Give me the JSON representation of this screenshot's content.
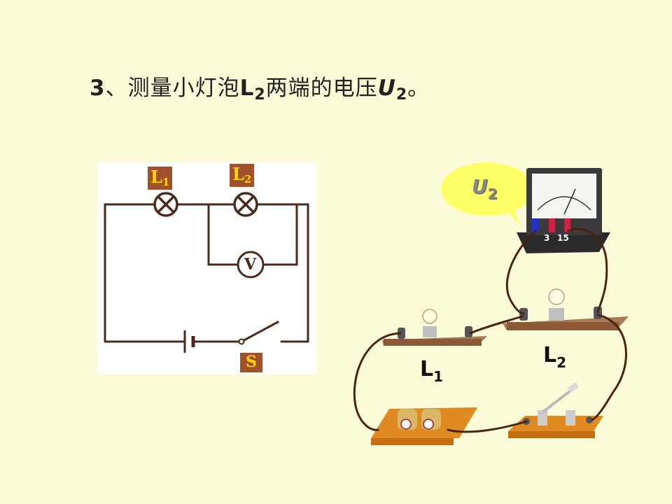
{
  "title": {
    "number": "3",
    "text": "、测量小灯泡",
    "lamp": "L",
    "lamp_sub": "2",
    "text2": "两端的电压",
    "voltage": "U",
    "voltage_sub": "2",
    "end": "。"
  },
  "schematic": {
    "lamp1": {
      "letter": "L",
      "sub": "1"
    },
    "lamp2": {
      "letter": "L",
      "sub": "2"
    },
    "voltmeter": "V",
    "switch": "S"
  },
  "photo": {
    "bubble": {
      "letter": "U",
      "sub": "2"
    },
    "lamp1": {
      "letter": "L",
      "sub": "1"
    },
    "lamp2": {
      "letter": "L",
      "sub": "2"
    },
    "meter_ranges": [
      "3",
      "15"
    ]
  },
  "colors": {
    "background": "#fcfbd7",
    "wire": "#4a2a1a",
    "label_bg": "#a0522d",
    "label_text": "#ffd400",
    "bubble": "#ffff66"
  }
}
